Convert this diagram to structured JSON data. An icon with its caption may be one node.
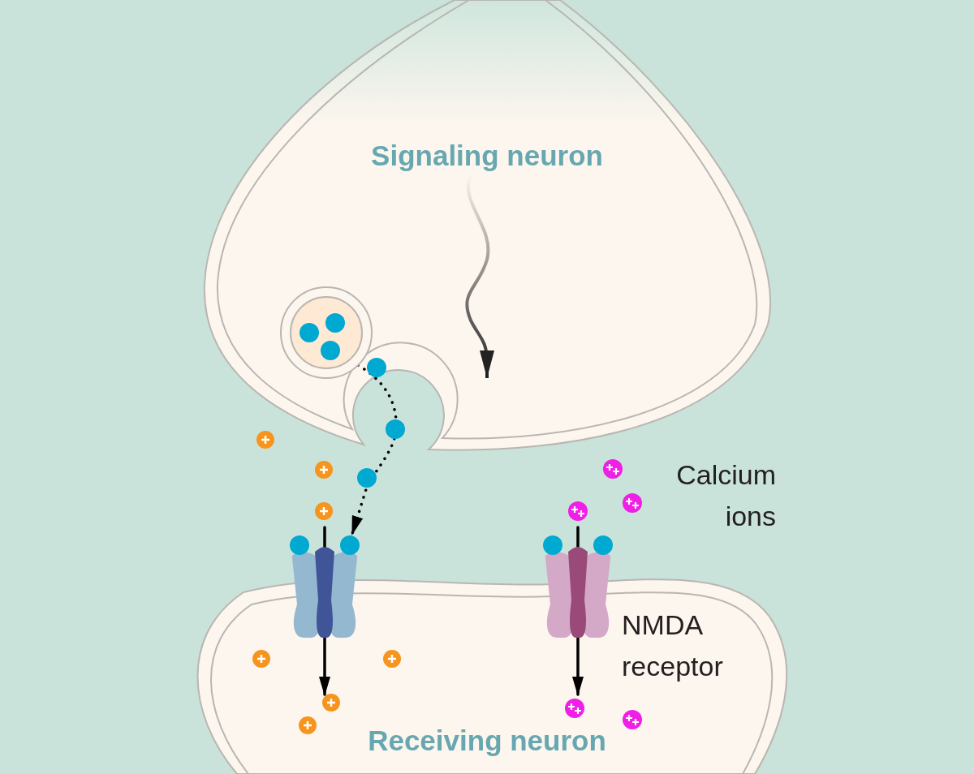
{
  "diagram": {
    "nodes": [
      {
        "text": [
          "Signaling neuron"
        ]
      },
      {
        "text": [
          "Receiving neuron"
        ]
      },
      {
        "text": [],
        "shape": "circle",
        "in": 0
      },
      {
        "text": [],
        "shape": "picture"
      },
      {
        "text": [],
        "shape": "picture"
      }
    ],
    "edges": [
      {
        "from": 2,
        "to": 3,
        "arrow": "to",
        "style": "dashed"
      },
      {
        "from": 3,
        "to": 1,
        "arrow": "to"
      },
      {
        "from": 4,
        "to": 1,
        "arrow": "to"
      }
    ],
    "labels": [
      "Calcium ions",
      "NMDA receptor"
    ]
  }
}
